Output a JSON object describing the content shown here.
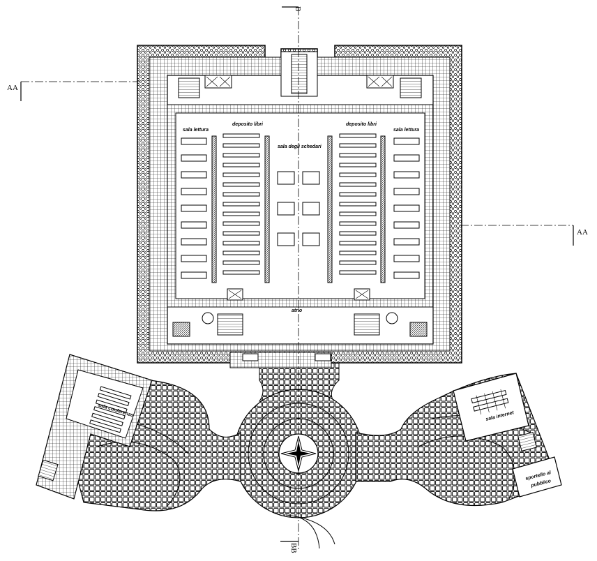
{
  "section_marks": {
    "aa_left": "AA",
    "aa_right": "AA",
    "b_top": "B",
    "bb_bottom": "BB"
  },
  "rooms": {
    "sala_lettura_left": "sala lettura",
    "deposito_libri_left": "deposito libri",
    "sala_degli_schedari": "sala degli schedari",
    "deposito_libri_right": "deposito libri",
    "sala_lettura_right": "sala lettura",
    "atrio": "atrio",
    "sala_conferenze": "sala conferenze",
    "sala_internet": "sala internet",
    "sportello_line1": "sportello al",
    "sportello_line2": "pubblico"
  },
  "colors": {
    "ink": "#000000",
    "paper": "#ffffff"
  }
}
